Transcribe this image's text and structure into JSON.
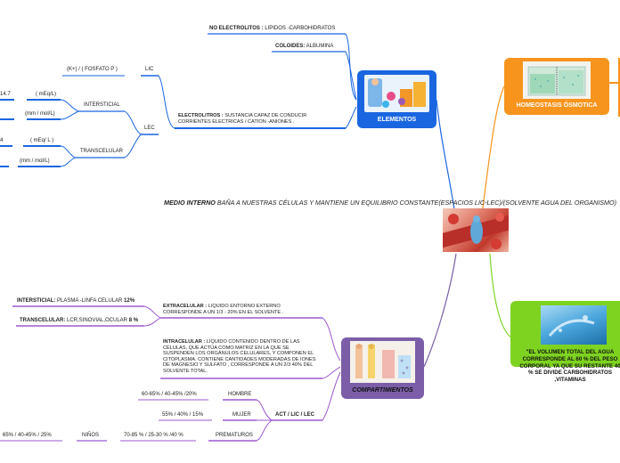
{
  "central": {
    "title_bold": "MEDIO INTERNO",
    "title_rest": " BAÑA A NUESTRAS CÉLULAS Y MANTIENE UN EQUILIBRIO CONSTANTE(ESPACIOS LIC-LEC)/(SOLVENTE AGUA DEL ORGANISMO)"
  },
  "elementos": {
    "label": "ELEMENTOS",
    "color": "#1a66e0",
    "no_electrolitos": {
      "bold": "NO ELECTROLITOS :",
      "text": " LIPIDOS -CARBOHIDRATOS"
    },
    "coloides": {
      "bold": "COLOIDES:",
      "text": " ALBUMINA"
    },
    "electrolitos": {
      "bold": "ELECTROLITROS :",
      "text": " SUSTANCIA CAPAZ DE CONDUCIR CORRIENTES ELECTRICAS / CATION -ANIONES ."
    },
    "lic": "LIC",
    "lic_value": "(K+) / ( FOSFATO P )",
    "lec": "LEC",
    "intersticial": "INTERSTICIAL",
    "transcelular": "TRANSCELULAR",
    "int_meq": "( mEq/L)",
    "int_mmol": "(mm / mol/L)",
    "int_cut_value": "14.7",
    "tra_meq": "( mEq/ L )",
    "tra_mmol": "(mm / mol/L)",
    "tra_cut_value": "4"
  },
  "homeostasis": {
    "label": "HOMEOSTASIS  ÓSMOTICA",
    "color": "#f7941d"
  },
  "agua": {
    "color": "#7ed321",
    "text": "\"EL VOLUMEN TOTAL DEL AGUA CORRESPONDE AL 60 % DEL PESO CORPORAL YA QUE SU RESTANTE  40 % SE DIVIDE CARBOHIDRATOS ,VITAMINAS"
  },
  "compartimientos": {
    "label": "COMPARTIMIENTOS",
    "color": "#7b5ea7",
    "extracelular": {
      "bold": "EXTRACELULAR :",
      "text": " LIQUIDO  ENTORNO EXTERNO CORRESPONDE A UN 1/3 - 20% EN EL SOLVENTE ."
    },
    "intersticial": {
      "bold": "INTERSTICIAL:",
      "text": " PLASMA -LINFA CELULAR ",
      "bold2": "12%"
    },
    "transcelular": {
      "bold": "TRANSCELULAR:",
      "text": " LCR,SINOVIAL,OCULAR ",
      "bold2": "8 %"
    },
    "intracelular": {
      "bold": "INTRACELULAR :",
      "text": " LÍQUIDO CONTENIDO DENTRO DE LAS CÉLULAS, QUE ACTÚA COMO MATRIZ EN LA QUE SE SUSPENDEN LOS ORGÁNULOS CELULARES, Y COMPONEN EL CITOPLASMA. CONTIENE CANTIDADES MODERADAS DE IONES DE MAGNESIO Y SULFATO , CORRESPONDE A UN 2/3 40% DEL SOLVENTE TOTAL."
    },
    "act": "ACT / LIC / LEC",
    "hombre": "HOMBRE",
    "hombre_val": "60-65% / 40-45% /20%",
    "mujer": "MUJER",
    "mujer_val": "55% / 40% / 15%",
    "prematuros": "PREMATUROS",
    "prematuros_val": "70-85 % / 25-30 % /40 %",
    "ninos": "NIÑOS",
    "ninos_val": "65% / 40-45% / 25%"
  }
}
